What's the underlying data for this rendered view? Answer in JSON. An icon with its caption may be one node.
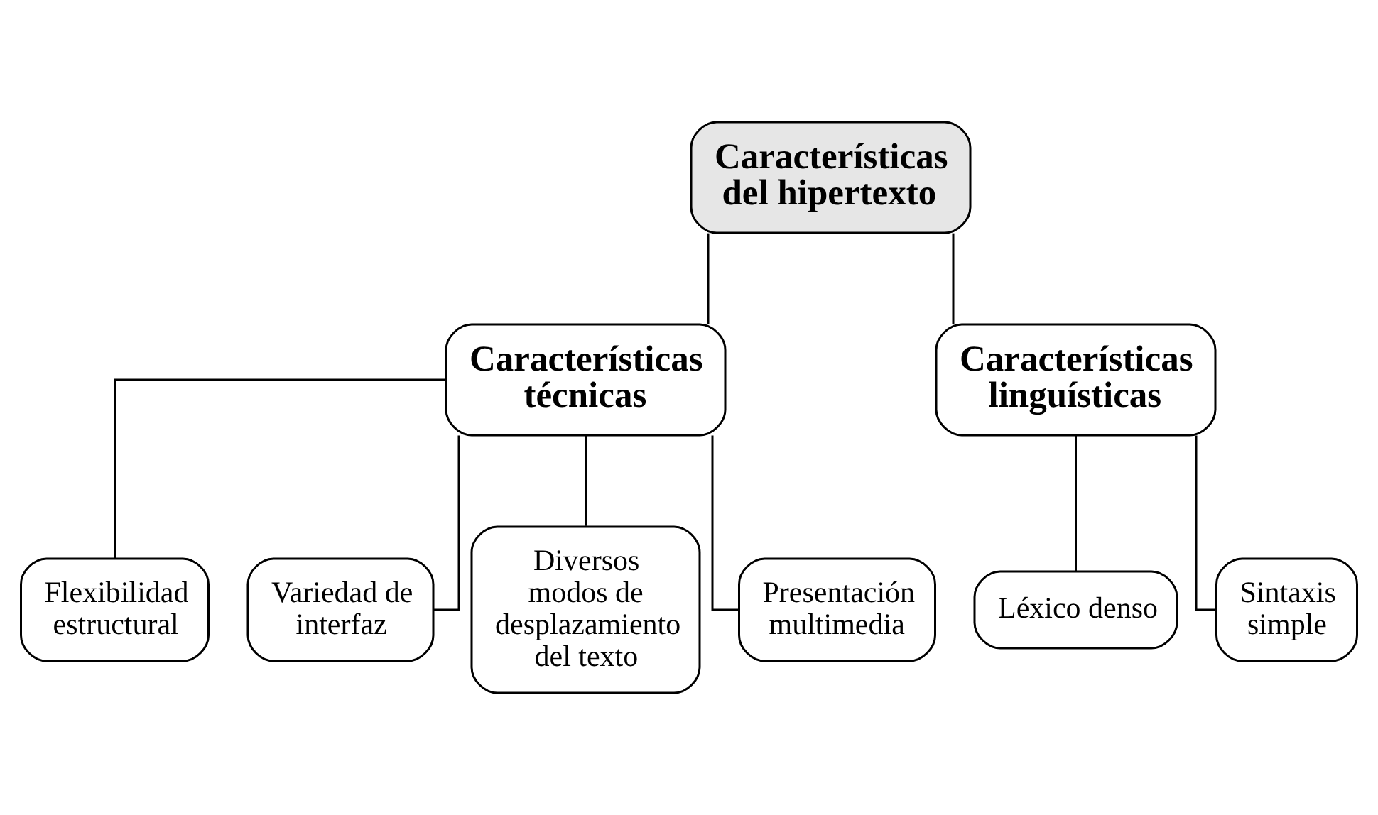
{
  "diagram": {
    "nodes": [
      {
        "text": [
          "Características del hipertexto"
        ]
      },
      {
        "text": [
          "Características técnicas"
        ]
      },
      {
        "text": [
          "Características linguísticas"
        ]
      },
      {
        "text": [
          "Flexibilidad estructural"
        ]
      },
      {
        "text": [
          "Variedad de interfaz"
        ]
      },
      {
        "text": [
          "Diversos modos de desplazamiento del texto"
        ]
      },
      {
        "text": [
          "Presentación multimedia"
        ]
      },
      {
        "text": [
          "Léxico denso"
        ]
      },
      {
        "text": [
          "Sintaxis simple"
        ]
      }
    ],
    "edges": [
      {
        "from": 0,
        "to": 1,
        "arrow": "none"
      },
      {
        "from": 0,
        "to": 2,
        "arrow": "none"
      },
      {
        "from": 1,
        "to": 3,
        "arrow": "none"
      },
      {
        "from": 1,
        "to": 4,
        "arrow": "none"
      },
      {
        "from": 1,
        "to": 5,
        "arrow": "none"
      },
      {
        "from": 1,
        "to": 6,
        "arrow": "none"
      },
      {
        "from": 2,
        "to": 7,
        "arrow": "none"
      },
      {
        "from": 2,
        "to": 8,
        "arrow": "none"
      }
    ]
  }
}
